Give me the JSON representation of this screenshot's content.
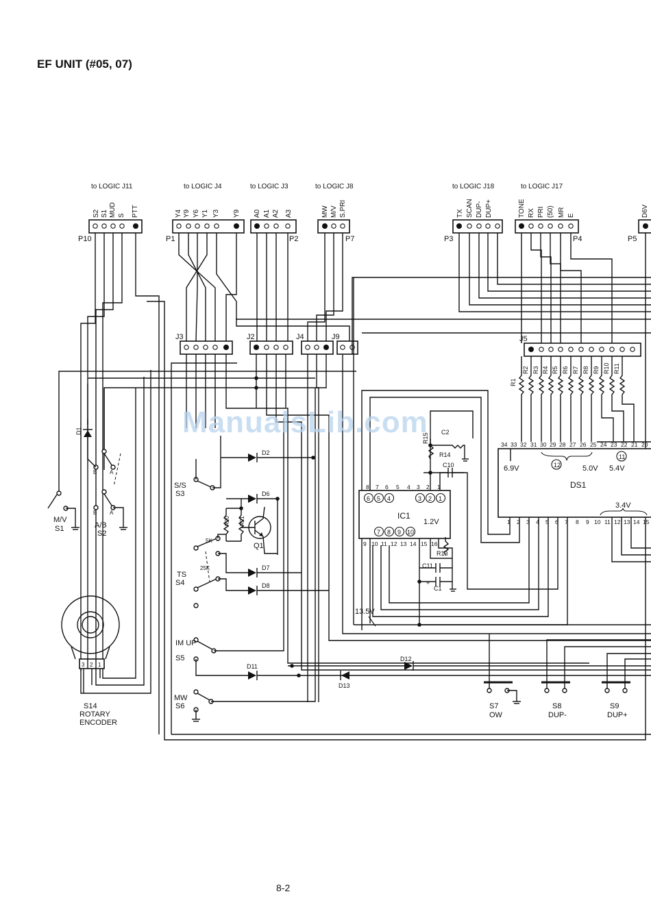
{
  "title": "EF UNIT (#05, 07)",
  "page_number": "8-2",
  "watermark": "ManualsLib.com",
  "to_labels": [
    "to LOGIC J11",
    "to LOGIC J4",
    "to LOGIC J3",
    "to LOGIC J8",
    "to LOGIC J18",
    "to LOGIC J17"
  ],
  "header_pins": {
    "p10": [
      "S2",
      "S1",
      "MUD",
      "S",
      "PTT"
    ],
    "p1": [
      "Y4",
      "Y9",
      "Y6",
      "Y1",
      "Y3",
      "Y9"
    ],
    "p2": [
      "A0",
      "A1",
      "A2",
      "A3"
    ],
    "p7": [
      "MW",
      "M/V",
      "S.PRI"
    ],
    "p3": [
      "TX",
      "SCAN",
      "DUP-",
      "DUP+"
    ],
    "p4": [
      "TONE",
      "RX",
      "PRI",
      "(50)",
      "MR",
      "E"
    ],
    "p5": [
      "D6V"
    ]
  },
  "connectors": {
    "p10": "P10",
    "p1": "P1",
    "p2": "P2",
    "p7": "P7",
    "p3": "P3",
    "p4": "P4",
    "p5": "P5",
    "j3": "J3",
    "j2": "J2",
    "j4": "J4",
    "j9": "J9",
    "j5": "J5"
  },
  "resistors": [
    "R1",
    "R2",
    "R3",
    "R4",
    "R5",
    "R6",
    "R7",
    "R8",
    "R9",
    "R10",
    "R11"
  ],
  "ds1": {
    "label": "DS1",
    "top_pins": [
      "34",
      "33",
      "32",
      "31",
      "30",
      "29",
      "28",
      "27",
      "26",
      "25",
      "24",
      "23",
      "22",
      "21",
      "20"
    ],
    "bottom_pins": [
      "1",
      "2",
      "3",
      "4",
      "5",
      "6",
      "7",
      "8",
      "9",
      "10",
      "11",
      "12",
      "13",
      "14",
      "15"
    ],
    "group_top": "12",
    "group_right": "11",
    "v_top_left": "6.9V",
    "v_top_mid": "5.0V",
    "v_top_right": "5.4V",
    "v_bottom": "3.4V"
  },
  "ic1": {
    "label": "IC1",
    "top_pins": [
      "8",
      "7",
      "6",
      "5",
      "4",
      "3",
      "2",
      "1"
    ],
    "bottom_pins": [
      "9",
      "10",
      "11",
      "12",
      "13",
      "14",
      "15",
      "16"
    ],
    "circ_top_left": [
      "6",
      "5",
      "4"
    ],
    "circ_top_right": [
      "3",
      "2",
      "1"
    ],
    "circ_bottom": [
      "7",
      "8",
      "9",
      "10"
    ],
    "voltage": "1.2V"
  },
  "parts": {
    "r14": "R14",
    "c10": "C10",
    "r13": "R13",
    "c11": "C11",
    "c1": "C1",
    "r15": "R15",
    "c2": "C2",
    "plus": "+"
  },
  "rail": "13.5V",
  "diodes": [
    "D1",
    "D2",
    "D6",
    "D7",
    "D8",
    "D11",
    "D12",
    "D13"
  ],
  "transistor": {
    "label": "Q1",
    "r20": "R20",
    "r21": "R21",
    "r5k": "5K",
    "r25k": "25K"
  },
  "switches": {
    "s1": {
      "name": "M/V",
      "ref": "S1"
    },
    "s2": {
      "name": "A/B",
      "ref": "S2",
      "pos_a": "A",
      "pos_b": "B"
    },
    "s3": {
      "name": "S/S",
      "ref": "S3"
    },
    "s4": {
      "name": "TS",
      "ref": "S4"
    },
    "s5": {
      "name": "IM UP",
      "ref": "S5"
    },
    "s6": {
      "name": "MW",
      "ref": "S6"
    },
    "s7": {
      "name": "OW",
      "ref": "S7"
    },
    "s8": {
      "name": "DUP-",
      "ref": "S8"
    },
    "s9": {
      "name": "DUP+",
      "ref": "S9"
    }
  },
  "encoder": {
    "ref": "S14",
    "line1": "ROTARY",
    "line2": "ENCODER",
    "pins": [
      "3",
      "2",
      "1"
    ]
  }
}
